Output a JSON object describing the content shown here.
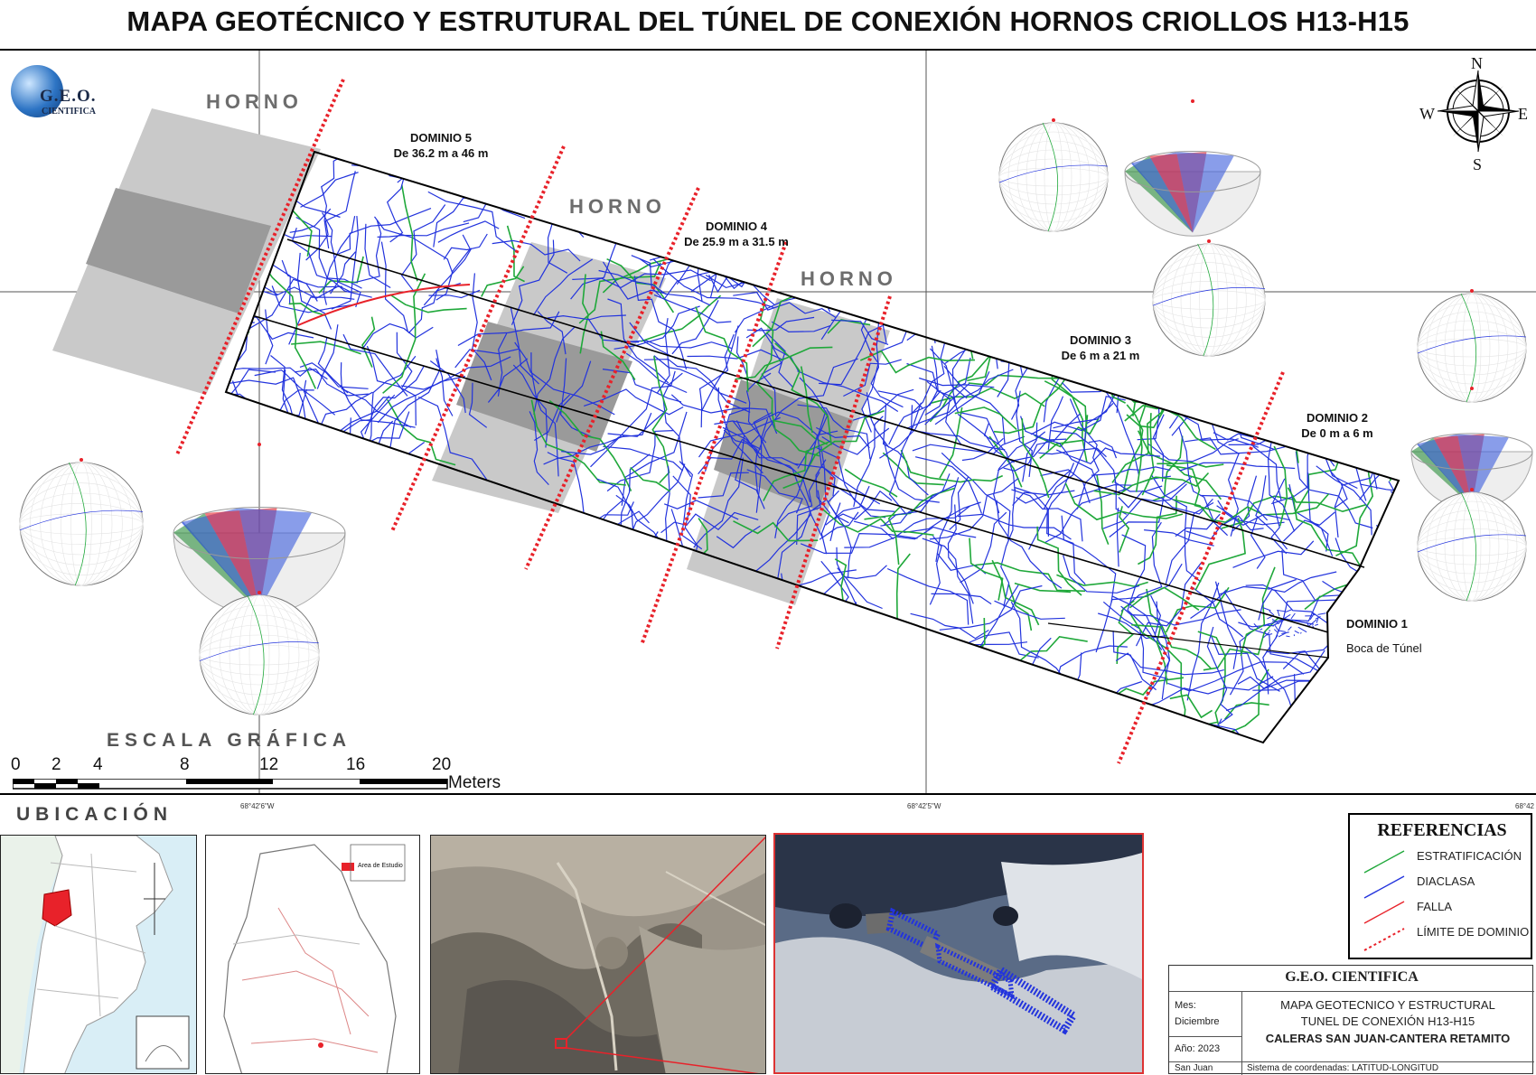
{
  "title": "MAPA GEOTÉCNICO Y ESTRUTURAL DEL TÚNEL DE CONEXIÓN HORNOS CRIOLLOS H13-H15",
  "logo": {
    "name": "G.E.O.",
    "sub": "CIENTIFICA"
  },
  "horno_labels": [
    "HORNO",
    "HORNO",
    "HORNO"
  ],
  "dominios": [
    {
      "name": "DOMINIO 5",
      "range": "De 36.2 m a 46 m"
    },
    {
      "name": "DOMINIO 4",
      "range": "De 25.9 m a 31.5 m"
    },
    {
      "name": "DOMINIO 3",
      "range": "De 6 m a 21 m"
    },
    {
      "name": "DOMINIO 2",
      "range": "De 0 m a 6 m"
    },
    {
      "name": "DOMINIO 1",
      "range": "Boca de Túnel"
    }
  ],
  "compass": {
    "n": "N",
    "s": "S",
    "e": "E",
    "w": "W"
  },
  "scale": {
    "title": "ESCALA GRÁFICA",
    "ticks": [
      "0",
      "2",
      "4",
      "8",
      "12",
      "16",
      "20"
    ],
    "unit": "Meters"
  },
  "coordinates": [
    "68°42'6\"W",
    "68°42'5\"W",
    "68°42"
  ],
  "ubicacion": "UBICACIÓN",
  "references": {
    "title": "REFERENCIAS",
    "items": [
      {
        "label": "ESTRATIFICACIÓN",
        "color": "#1fa83a"
      },
      {
        "label": "DIACLASA",
        "color": "#2233dd"
      },
      {
        "label": "FALLA",
        "color": "#e8222a"
      },
      {
        "label": "LÍMITE DE DOMINIO",
        "color": "#e8222a"
      }
    ]
  },
  "titleblock": {
    "company": "G.E.O. CIENTIFICA",
    "mes_label": "Mes:",
    "mes_value": "Diciembre",
    "anio": "Año: 2023",
    "lugar": "San Juan",
    "line1": "MAPA GEOTECNICO Y ESTRUCTURAL",
    "line2": "TUNEL DE CONEXIÓN H13-H15",
    "line3": "CALERAS SAN JUAN-CANTERA RETAMITO",
    "sistema": "Sistema de coordenadas: LATITUD-LONGITUD"
  },
  "inset_legend": {
    "area": "Area de Estudio"
  },
  "colors": {
    "estratificacion": "#1fa83a",
    "diaclasa": "#2233dd",
    "falla": "#e8222a",
    "horno": "#c9c9c9",
    "horno_dark": "#9a9a9a"
  }
}
